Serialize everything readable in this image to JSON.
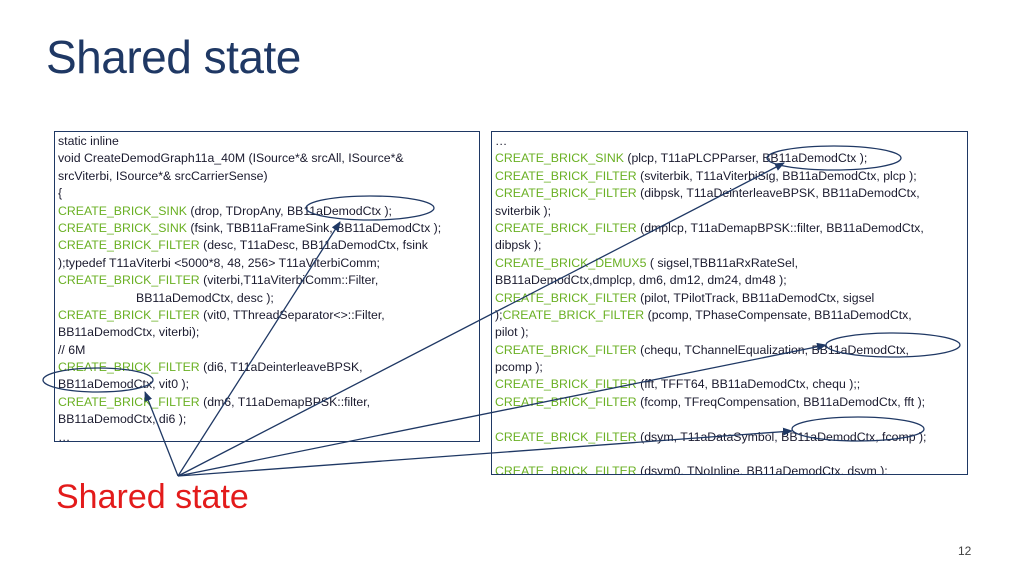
{
  "slide": {
    "title": "Shared state",
    "annotation": "Shared state",
    "page_number": "12"
  },
  "colors": {
    "title": "#1f3864",
    "keyword": "#6ab023",
    "annotation": "#e31b1b",
    "box_border": "#1f3864",
    "arrow": "#1f3864"
  },
  "left_code": [
    {
      "kw": "",
      "text": "static inline"
    },
    {
      "kw": "",
      "text": "void CreateDemodGraph11a_40M (ISource*& srcAll, ISource*&"
    },
    {
      "kw": "",
      "text": "srcViterbi, ISource*& srcCarrierSense)"
    },
    {
      "kw": "",
      "text": "{"
    },
    {
      "kw": "CREATE_BRICK_SINK",
      "text": "   (drop, TDropAny,    BB11aDemodCtx );"
    },
    {
      "kw": "CREATE_BRICK_SINK",
      "text": "   (fsink, TBB11aFrameSink, BB11aDemodCtx );"
    },
    {
      "kw": "CREATE_BRICK_FILTER",
      "text": " (desc,   T11aDesc, BB11aDemodCtx, fsink"
    },
    {
      "kw": "",
      "text": ");typedef T11aViterbi <5000*8, 48, 256> T11aViterbiComm;"
    },
    {
      "kw": "CREATE_BRICK_FILTER",
      "text": " (viterbi,T11aViterbiComm::Filter,"
    },
    {
      "kw": "",
      "text": "BB11aDemodCtx, desc );",
      "indent": true
    },
    {
      "kw": "CREATE_BRICK_FILTER",
      "text": " (vit0, TThreadSeparator<>::Filter,"
    },
    {
      "kw": "",
      "text": "BB11aDemodCtx, viterbi);"
    },
    {
      "kw": "",
      "text": "// 6M"
    },
    {
      "kw": "CREATE_BRICK_FILTER",
      "text": " (di6, T11aDeinterleaveBPSK,"
    },
    {
      "kw": "",
      "text": "BB11aDemodCtx, vit0 );"
    },
    {
      "kw": "CREATE_BRICK_FILTER",
      "text": " (dm6, T11aDemapBPSK::filter,"
    },
    {
      "kw": "",
      "text": "BB11aDemodCtx, di6 );"
    },
    {
      "kw": "",
      "text": "…"
    }
  ],
  "right_code": [
    {
      "kw": "",
      "text": "…"
    },
    {
      "kw": "CREATE_BRICK_SINK",
      "text": "    (plcp, T11aPLCPParser, BB11aDemodCtx );"
    },
    {
      "kw": "CREATE_BRICK_FILTER",
      "text": " (sviterbik, T11aViterbiSig, BB11aDemodCtx, plcp );"
    },
    {
      "kw": "CREATE_BRICK_FILTER",
      "text": " (dibpsk, T11aDeinterleaveBPSK, BB11aDemodCtx,"
    },
    {
      "kw": "",
      "text": "sviterbik );"
    },
    {
      "kw": "CREATE_BRICK_FILTER",
      "text": " (dmplcp, T11aDemapBPSK::filter, BB11aDemodCtx,"
    },
    {
      "kw": "",
      "text": "dibpsk );"
    },
    {
      "kw": "CREATE_BRICK_DEMUX5",
      "text": " ( sigsel,TBB11aRxRateSel,"
    },
    {
      "kw": "",
      "text": "BB11aDemodCtx,dmplcp, dm6, dm12, dm24, dm48 );"
    },
    {
      "kw": "CREATE_BRICK_FILTER",
      "text": " (pilot,  TPilotTrack, BB11aDemodCtx, sigsel"
    },
    {
      "kw": "",
      "text": ");",
      "kw2": "CREATE_BRICK_FILTER",
      "text2": " (pcomp,  TPhaseCompensate, BB11aDemodCtx,"
    },
    {
      "kw": "",
      "text": "pilot );"
    },
    {
      "kw": "CREATE_BRICK_FILTER",
      "text": " (chequ,  TChannelEqualization, BB11aDemodCtx,"
    },
    {
      "kw": "",
      "text": "pcomp );"
    },
    {
      "kw": "CREATE_BRICK_FILTER",
      "text": " (fft,     TFFT64, BB11aDemodCtx, chequ );;"
    },
    {
      "kw": "CREATE_BRICK_FILTER",
      "text": " (fcomp, TFreqCompensation, BB11aDemodCtx, fft );"
    },
    {
      "kw": "",
      "text": "",
      "gap": true
    },
    {
      "kw": "CREATE_BRICK_FILTER",
      "text": " (dsym,   T11aDataSymbol, BB11aDemodCtx, fcomp );"
    },
    {
      "kw": "",
      "text": "",
      "gap": true
    },
    {
      "kw": "CREATE_BRICK_FILTER",
      "text": " (dsym0,  TNoInline,  BB11aDemodCtx, dsym );"
    }
  ]
}
